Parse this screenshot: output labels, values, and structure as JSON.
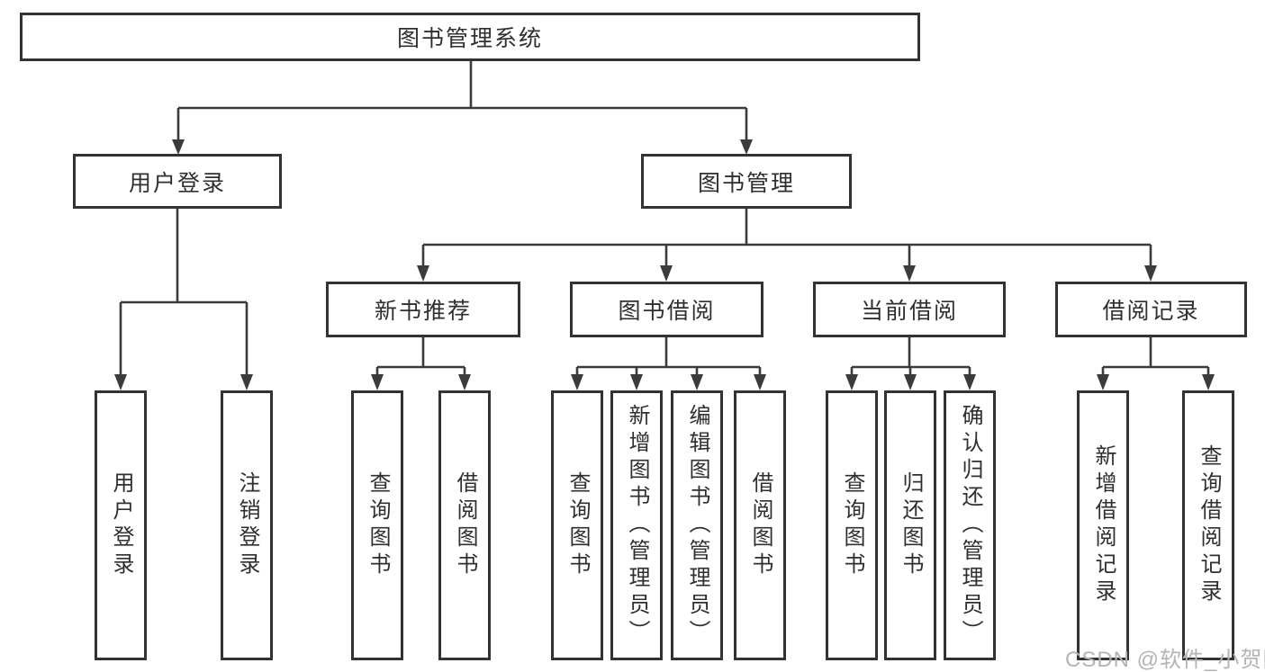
{
  "tree": {
    "root": {
      "label": "图书管理系统"
    },
    "branches": [
      {
        "label": "用户登录",
        "children": [
          {
            "label": "用户登录"
          },
          {
            "label": "注销登录"
          }
        ]
      },
      {
        "label": "图书管理",
        "children": [
          {
            "label": "新书推荐",
            "children": [
              {
                "label": "查询图书"
              },
              {
                "label": "借阅图书"
              }
            ]
          },
          {
            "label": "图书借阅",
            "children": [
              {
                "label": "查询图书"
              },
              {
                "label": "新增图书（管理员）"
              },
              {
                "label": "编辑图书（管理员）"
              },
              {
                "label": "借阅图书"
              }
            ]
          },
          {
            "label": "当前借阅",
            "children": [
              {
                "label": "查询图书"
              },
              {
                "label": "归还图书"
              },
              {
                "label": "确认归还（管理员）"
              }
            ]
          },
          {
            "label": "借阅记录",
            "children": [
              {
                "label": "新增借阅记录"
              },
              {
                "label": "查询借阅记录"
              }
            ]
          }
        ]
      }
    ]
  },
  "watermark": "CSDN @软件_小贺同学",
  "colors": {
    "background": "#ffffff",
    "box_border": "#333333",
    "connector_line": "#3b3b3b",
    "text": "#2f2f2f",
    "watermark": "#b4b4b4"
  }
}
